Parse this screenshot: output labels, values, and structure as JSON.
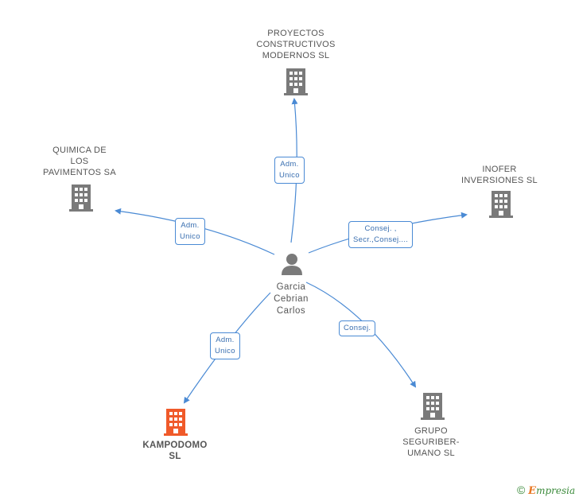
{
  "colors": {
    "edge": "#4a8ad4",
    "company": "#7a7a7a",
    "highlight": "#f05a2a",
    "person": "#7a7a7a"
  },
  "person": {
    "name_lines": [
      "Garcia",
      "Cebrian",
      "Carlos"
    ],
    "icon": "person-icon"
  },
  "companies": [
    {
      "id": "proyectos",
      "lines": [
        "PROYECTOS",
        "CONSTRUCTIVOS",
        "MODERNOS SL"
      ],
      "icon": "building-icon",
      "highlight": false
    },
    {
      "id": "quimica",
      "lines": [
        "QUIMICA DE",
        "LOS",
        "PAVIMENTOS SA"
      ],
      "icon": "building-icon",
      "highlight": false
    },
    {
      "id": "inofer",
      "lines": [
        "INOFER",
        "INVERSIONES SL"
      ],
      "icon": "building-icon",
      "highlight": false
    },
    {
      "id": "kampodomo",
      "lines": [
        "KAMPODOMO",
        "SL"
      ],
      "icon": "building-icon",
      "highlight": true
    },
    {
      "id": "grupo",
      "lines": [
        "GRUPO",
        "SEGURIBER-",
        "UMANO SL"
      ],
      "icon": "building-icon",
      "highlight": false
    }
  ],
  "edges": [
    {
      "to": "proyectos",
      "lines": [
        "Adm.",
        "Unico"
      ]
    },
    {
      "to": "quimica",
      "lines": [
        "Adm.",
        "Unico"
      ]
    },
    {
      "to": "inofer",
      "lines": [
        "Consej. ,",
        "Secr.,Consej...."
      ]
    },
    {
      "to": "kampodomo",
      "lines": [
        "Adm.",
        "Unico"
      ]
    },
    {
      "to": "grupo",
      "lines": [
        "Consej."
      ]
    }
  ],
  "brand": {
    "copyright": "©",
    "initial": "E",
    "rest": "mpresia"
  }
}
